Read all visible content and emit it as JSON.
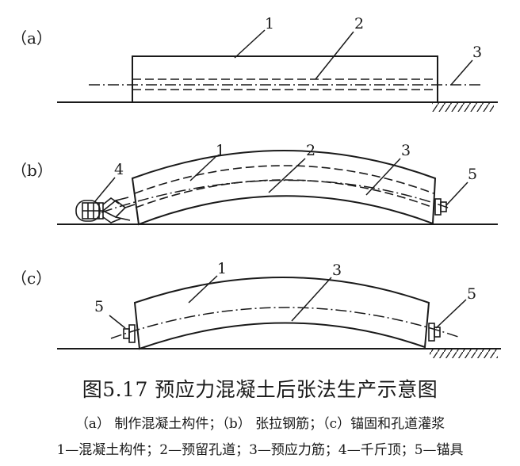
{
  "panels": [
    {
      "id": "a",
      "label": "（a）",
      "callouts": [
        "1",
        "2",
        "3"
      ]
    },
    {
      "id": "b",
      "label": "（b）",
      "callouts": [
        "1",
        "2",
        "3",
        "4",
        "5"
      ]
    },
    {
      "id": "c",
      "label": "（c）",
      "callouts": [
        "1",
        "3",
        "5",
        "5"
      ]
    }
  ],
  "caption": {
    "title": "图5.17  预应力混凝土后张法生产示意图",
    "subtitle": "（a）  制作混凝土构件；（b）  张拉钢筋；（c）锚固和孔道灌浆",
    "legend": "1—混凝土构件；2—预留孔道；3—预应力筋；4—千斤顶；5—锚具"
  },
  "colors": {
    "line": "#1a1a1a",
    "background": "#ffffff"
  }
}
